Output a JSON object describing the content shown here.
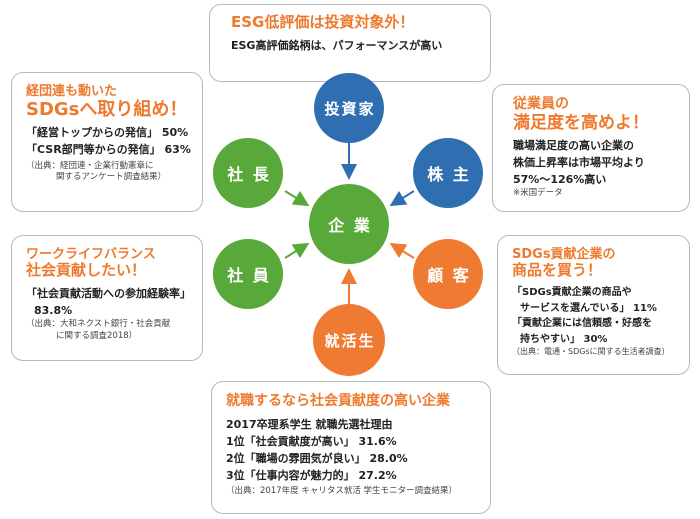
{
  "colors": {
    "green": "#59a83a",
    "blue": "#2f6eb0",
    "orange": "#ef7b33",
    "title_orange": "#ee7a2e"
  },
  "circles": {
    "investor": "投資家",
    "shareholder": "株 主",
    "customer": "顧 客",
    "job_seeker": "就活生",
    "employee": "社 員",
    "president": "社 長",
    "company": "企 業"
  },
  "top_box": {
    "title": "ESG低評価は投資対象外！",
    "line": "ESG高評価銘柄は、パフォーマンスが高い"
  },
  "left_top_box": {
    "title_1": "経団連も動いた",
    "title_2": "SDGsへ取り組め！",
    "line_1": "「経営トップからの発信」",
    "pct_1": "50%",
    "line_2": "「CSR部門等からの発信」",
    "pct_2": "63%",
    "source_1": "（出典：経団連・企業行動憲章に",
    "source_2": "関するアンケート調査結果）"
  },
  "right_top_box": {
    "title_1": "従業員の",
    "title_2": "満足度を高めよ！",
    "line_1": "職場満足度の高い企業の",
    "line_2": "株価上昇率は市場平均より",
    "line_3": "57%〜126%高い",
    "note": "※米国データ"
  },
  "left_mid_box": {
    "title_1": "ワークライフバランス",
    "title_2": "社会貢献したい！",
    "line_1": "「社会貢献活動への参加経験率」",
    "pct": "83.8%",
    "source_1": "（出典：大和ネクスト銀行・社会貢献",
    "source_2": "に関する調査2018）"
  },
  "right_mid_box": {
    "title_1": "SDGs貢献企業の",
    "title_2": "商品を買う！",
    "line_1": "「SDGs貢献企業の商品や",
    "line_2": "サービスを選んでいる」",
    "pct_1": "11%",
    "line_3": "「貢献企業には信頼感・好感を",
    "line_4": "持ちやすい」",
    "pct_2": "30%",
    "source": "（出典：電通・SDGsに関する生活者調査）"
  },
  "bottom_box": {
    "title": "就職するなら社会貢献度の高い企業",
    "line_1": "2017卒理系学生 就職先選社理由",
    "rank_1": "1位「社会貢献度が高い」",
    "pct_1": "31.6%",
    "rank_2": "2位「職場の雰囲気が良い」",
    "pct_2": "28.0%",
    "rank_3": "3位「仕事内容が魅力的」",
    "pct_3": "27.2%",
    "source": "（出典：2017年度 キャリタス就活 学生モニター調査結果）"
  }
}
